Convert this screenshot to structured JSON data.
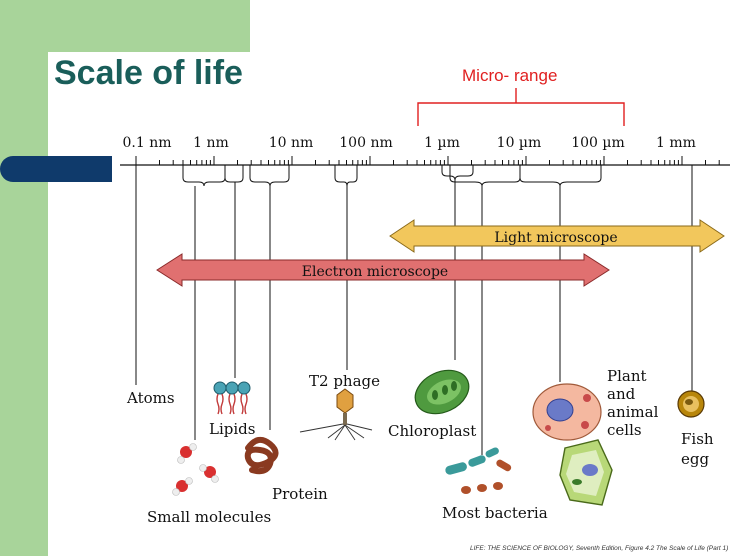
{
  "slide": {
    "title": "Scale of life",
    "micro_range_label": "Micro- range",
    "credit": "LIFE: THE SCIENCE OF BIOLOGY, Seventh Edition, Figure 4.2 The Scale of Life (Part 1)"
  },
  "scale": {
    "ticks": [
      "0.1 nm",
      "1 nm",
      "10 nm",
      "100 nm",
      "1 µm",
      "10 µm",
      "100 µm",
      "1 mm"
    ]
  },
  "microscopes": {
    "light": "Light microscope",
    "electron": "Electron microscope"
  },
  "objects": {
    "atoms": "Atoms",
    "lipids": "Lipids",
    "small_molecules": "Small molecules",
    "protein": "Protein",
    "t2_phage": "T2 phage",
    "chloroplast": "Chloroplast",
    "most_bacteria": "Most bacteria",
    "plant_animal_cells": [
      "Plant",
      "and",
      "animal",
      "cells"
    ],
    "fish_egg": [
      "Fish",
      "egg"
    ]
  },
  "colors": {
    "title": "#1a5e5a",
    "green_band": "#a8d49a",
    "navy_bar": "#0f3a6b",
    "micro_bracket": "#e02020",
    "light_arrow": "#f2c75c",
    "electron_arrow": "#e07070"
  }
}
